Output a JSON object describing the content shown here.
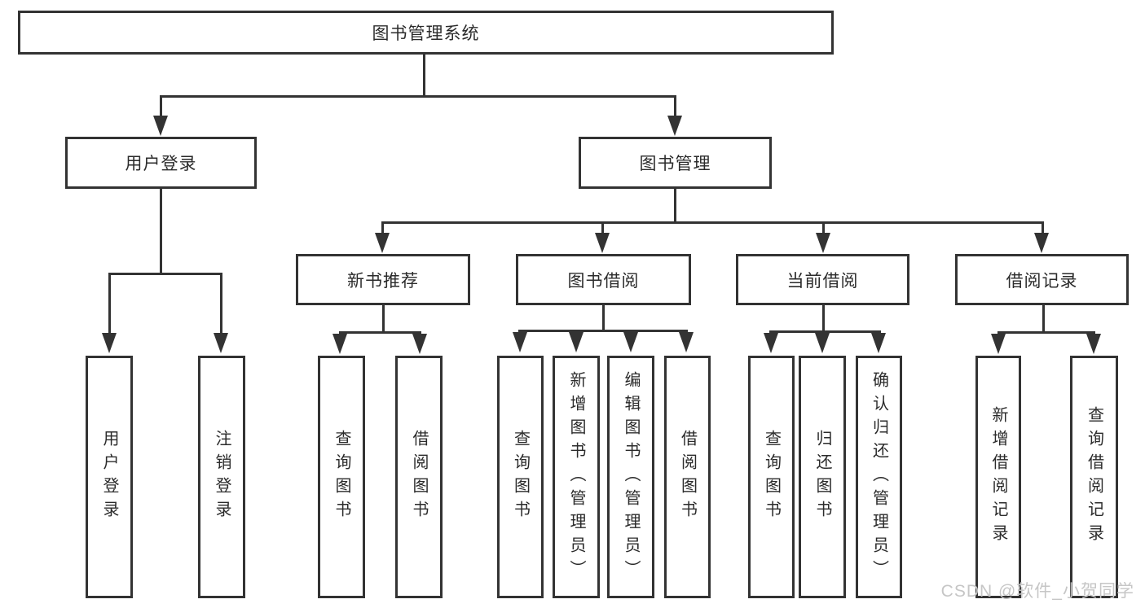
{
  "diagram_title": "图书管理系统",
  "watermark": {
    "text": "CSDN @软件_小贺同学",
    "color": "#c6c6c6"
  },
  "colors": {
    "line": "#333333",
    "text": "#2b2b2b",
    "box_background": "#ffffff"
  },
  "tree": {
    "label": "图书管理系统",
    "children": [
      {
        "label": "用户登录",
        "children": [
          {
            "label": "用户登录"
          },
          {
            "label": "注销登录"
          }
        ]
      },
      {
        "label": "图书管理",
        "children": [
          {
            "label": "新书推荐",
            "children": [
              {
                "label": "查询图书"
              },
              {
                "label": "借阅图书"
              }
            ]
          },
          {
            "label": "图书借阅",
            "children": [
              {
                "label": "查询图书"
              },
              {
                "label": "新增图书（管理员）"
              },
              {
                "label": "编辑图书（管理员）"
              },
              {
                "label": "借阅图书"
              }
            ]
          },
          {
            "label": "当前借阅",
            "children": [
              {
                "label": "查询图书"
              },
              {
                "label": "归还图书"
              },
              {
                "label": "确认归还（管理员）"
              }
            ]
          },
          {
            "label": "借阅记录",
            "children": [
              {
                "label": "新增借阅记录"
              },
              {
                "label": "查询借阅记录"
              }
            ]
          }
        ]
      }
    ]
  }
}
